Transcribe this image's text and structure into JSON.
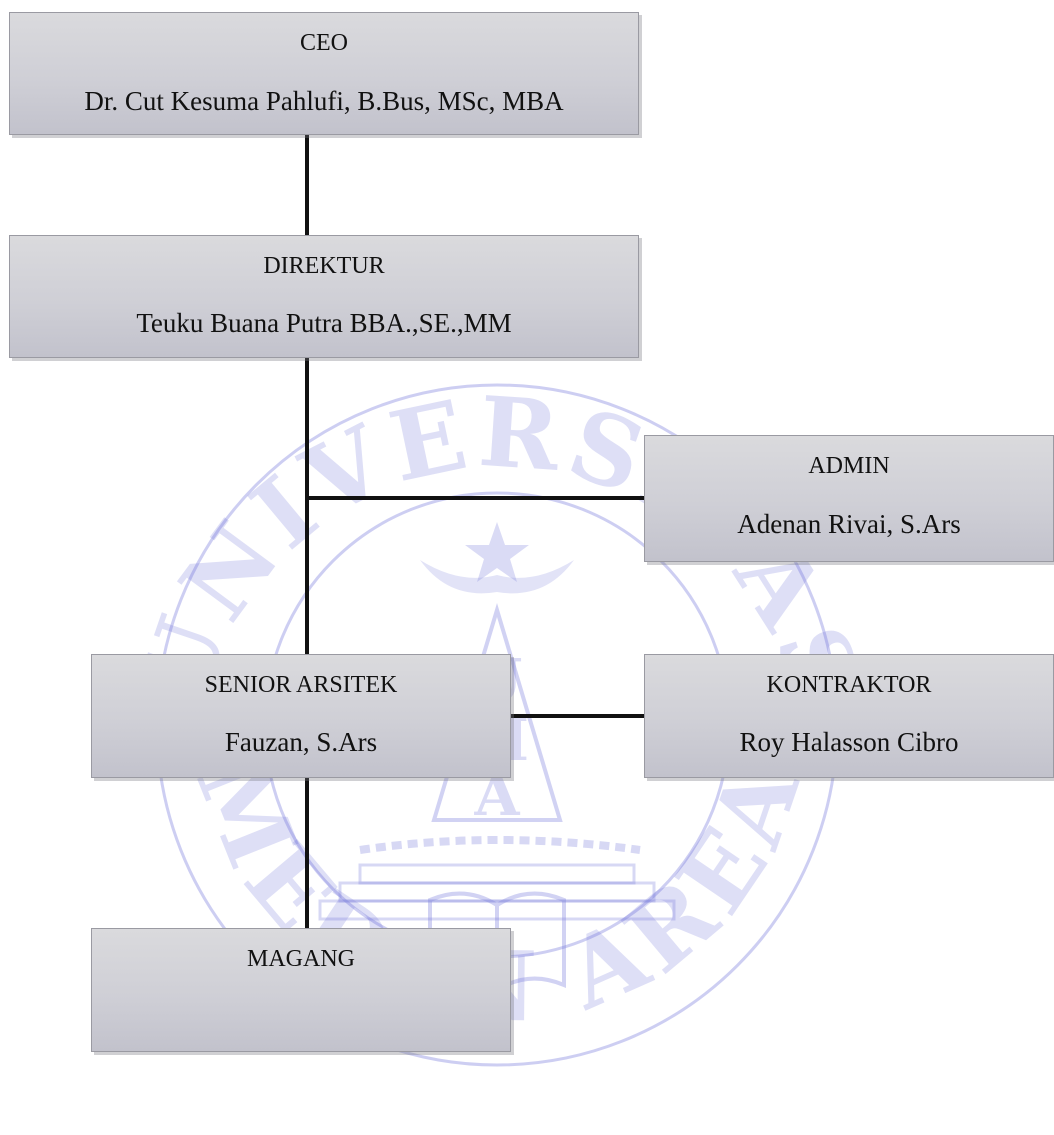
{
  "watermark": {
    "top_text": "UNIVERSITAS",
    "bottom_text": "MEDAN AREA",
    "letters": [
      "U",
      "M",
      "A"
    ],
    "color": "#6b6fd6"
  },
  "org_chart": {
    "ceo": {
      "role": "CEO",
      "name": "Dr. Cut Kesuma Pahlufi, B.Bus, MSc, MBA"
    },
    "direktur": {
      "role": "DIREKTUR",
      "name": "Teuku Buana Putra BBA.,SE.,MM"
    },
    "admin": {
      "role": "ADMIN",
      "name": "Adenan Rivai, S.Ars"
    },
    "senior_arsitek": {
      "role": "SENIOR ARSITEK",
      "name": "Fauzan, S.Ars"
    },
    "kontraktor": {
      "role": "KONTRAKTOR",
      "name": "Roy Halasson Cibro"
    },
    "magang": {
      "role": "MAGANG",
      "name": ""
    }
  }
}
